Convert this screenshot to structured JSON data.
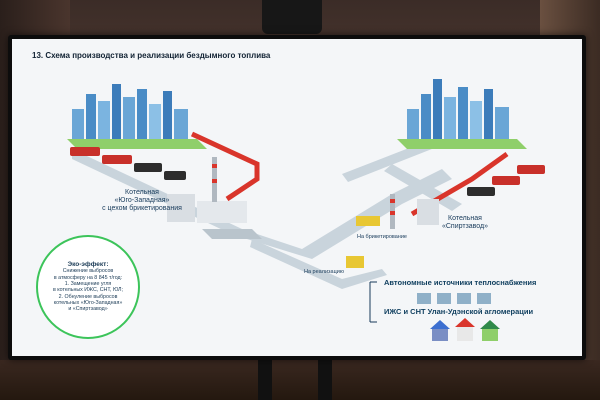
{
  "slide": {
    "title": "13. Схема производства и реализации бездымного топлива",
    "left_label": "Котельная\n«Юго-Западная»\nс цехом брикетирования",
    "right_label": "Котельная\n«Спиртзавод»",
    "to_briquetting": "На брикетирование",
    "to_sale": "На реализацию",
    "autonomous": "Автономные источники теплоснабжения",
    "izhs": "ИЖС и СНТ Улан-Удэнской агломерации",
    "eco": {
      "heading": "Эко-эффект:",
      "lines": [
        "Снижение выбросов",
        "в атмосферу на 8 845 т/год:",
        "1. Замещение угля",
        "в котельных ИЖС, СНТ, ЮЛ;",
        "2. Обнуление выбросов",
        "котельных «Юго-Западная»",
        "и «Спиртзавод»"
      ]
    }
  },
  "colors": {
    "accent_red": "#d9352b",
    "road": "#c9d4dc",
    "eco_green": "#3cc45a",
    "text": "#173a5a"
  }
}
